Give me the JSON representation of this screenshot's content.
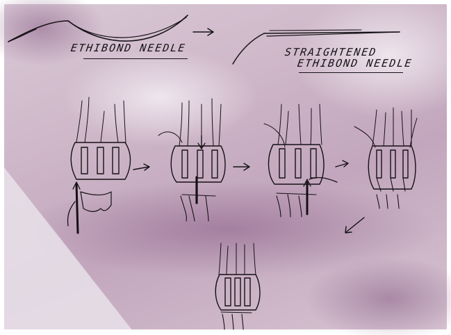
{
  "labels": {
    "ethibond_needle": "ETHIBOND NEEDLE",
    "straightened_line1": "STRAIGHTENED",
    "straightened_line2": "ETHIBOND NEEDLE"
  },
  "colors": {
    "ink": "#151015",
    "paper_light": "#d9c9d6",
    "paper_shadow": "#9a7196",
    "background": "#ffffff"
  }
}
